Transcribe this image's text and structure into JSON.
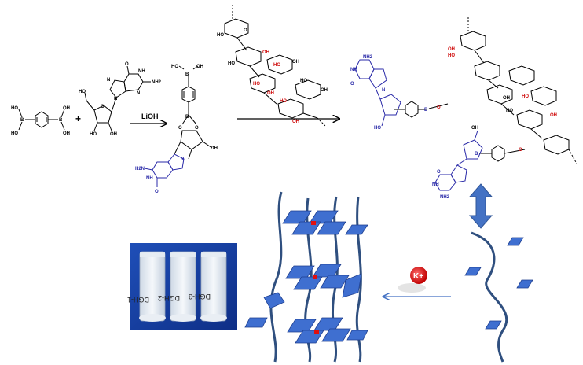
{
  "reagents": {
    "boronic_acid": {
      "b_left": "B",
      "b_right": "B",
      "oh": "HO",
      "oh2": "OH"
    },
    "plus": "+",
    "guanosine": {
      "nh": "NH",
      "nh2": "NH2",
      "o": "O",
      "n": "N",
      "oh": "OH",
      "ho": "HO"
    }
  },
  "arrow1_label": "LiOH",
  "product": {
    "b": "B",
    "oh": "OH",
    "ho": "HO",
    "nh2": "H2N",
    "nh": "NH",
    "o": "O",
    "n": "N"
  },
  "polysaccharide": {
    "ho": "HO",
    "oh": "OH",
    "o": "O"
  },
  "conjugate": {
    "b": "B",
    "nh2": "NH2",
    "nh": "NH",
    "o": "O",
    "n": "N",
    "ho": "HO",
    "oh": "OH"
  },
  "ion_label": "K+",
  "vials": [
    "DGH-1",
    "DGH-2",
    "DGH-3"
  ],
  "colors": {
    "blue": "#2a2aa8",
    "red": "#d01010",
    "arrow": "#4472c4",
    "plate": "#3f6fd0",
    "strand": "#2f4f7f"
  }
}
